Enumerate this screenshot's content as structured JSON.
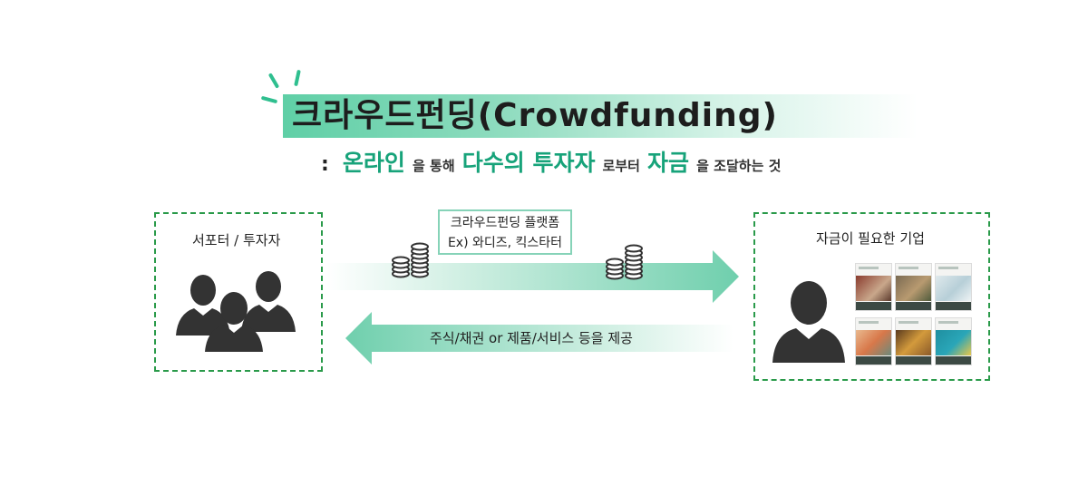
{
  "title": {
    "main": "크라우드펀딩(Crowdfunding)"
  },
  "subtitle": {
    "colon": ":",
    "parts": [
      {
        "text": "온라인",
        "style": "big"
      },
      {
        "text": "을 통해",
        "style": "small"
      },
      {
        "text": "다수의 투자자",
        "style": "big"
      },
      {
        "text": "로부터",
        "style": "small"
      },
      {
        "text": "자금",
        "style": "big"
      },
      {
        "text": "을 조달하는 것",
        "style": "small"
      }
    ]
  },
  "left_box": {
    "label": "서포터 / 투자자",
    "icon": "people-group-icon"
  },
  "platform": {
    "line1": "크라우드펀딩 플랫폼",
    "line2": "Ex) 와디즈, 킥스타터"
  },
  "arrows": {
    "forward_icons": [
      "coin-stack-icon",
      "coin-stack-icon"
    ],
    "return_label": "주식/채권 or 제품/서비스 등을 제공"
  },
  "right_box": {
    "label": "자금이 필요한 기업",
    "icon": "person-icon",
    "thumbnail_count": 6
  },
  "colors": {
    "accent_green": "#17a37a",
    "title_band": "#5fcfa6",
    "dashed_border": "#2a9a4a",
    "arrow_green": "#7dd3b4",
    "icon_dark": "#333333"
  }
}
